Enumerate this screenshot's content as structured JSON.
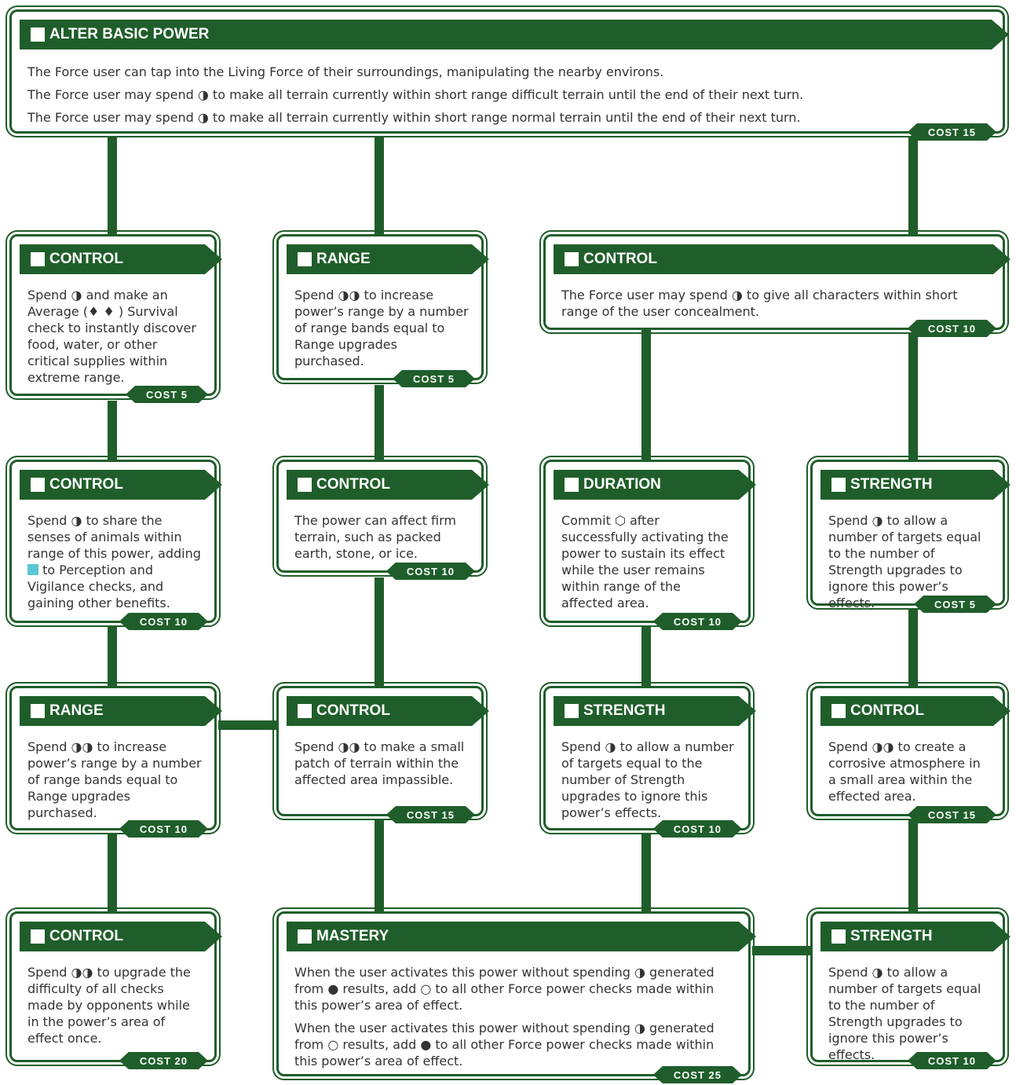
{
  "top": {
    "title": "ALTER BASIC POWER",
    "lines": [
      "The Force user can tap into the Living Force of their surroundings, manipulating the nearby environs.",
      "The Force user may spend ◑ to make all terrain currently within short range difficult terrain until the end of their next turn.",
      "The Force user may spend ◑ to make all terrain currently within short range normal terrain until the end of their next turn."
    ],
    "cost": "COST 15"
  },
  "row1": [
    {
      "title": "CONTROL",
      "text": "Spend ◑ and make an Average (♦ ♦ ) Survival check to instantly discover food, water, or other critical supplies within extreme range.",
      "cost": "COST 5"
    },
    {
      "title": "RANGE",
      "text": "Spend ◑◑ to increase power’s range by a number of range bands equal to Range upgrades purchased.",
      "cost": "COST 5"
    },
    {
      "title": "CONTROL",
      "text": "The Force user may spend ◑ to give all characters within short range of the user concealment.",
      "cost": "COST 10"
    }
  ],
  "row2": [
    {
      "title": "CONTROL",
      "text_a": "Spend ◑ to share the senses of animals within range of this power, adding",
      "text_b": "to Perception and Vigilance checks, and gaining other benefits.",
      "cost": "COST 10"
    },
    {
      "title": "CONTROL",
      "text": "The power can affect firm terrain, such as packed earth, stone, or ice.",
      "cost": "COST 10"
    },
    {
      "title": "DURATION",
      "text": "Commit ⬡ after successfully activating the power to sustain its effect while the user remains within range of the affected area.",
      "cost": "COST 10"
    },
    {
      "title": "STRENGTH",
      "text": "Spend ◑ to allow a number of targets equal to the number of Strength upgrades to ignore this power’s effects.",
      "cost": "COST 5"
    }
  ],
  "row3": [
    {
      "title": "RANGE",
      "text": "Spend ◑◑ to increase power’s range by a number of range bands equal to Range upgrades purchased.",
      "cost": "COST 10"
    },
    {
      "title": "CONTROL",
      "text": "Spend ◑◑ to make a small patch of terrain within the affected area impassible.",
      "cost": "COST 15"
    },
    {
      "title": "STRENGTH",
      "text": "Spend ◑ to allow a number of targets equal to the number of Strength upgrades to ignore this power’s effects.",
      "cost": "COST 10"
    },
    {
      "title": "CONTROL",
      "text": "Spend ◑◑ to create a corrosive atmosphere in a small area within the effected area.",
      "cost": "COST 15"
    }
  ],
  "row4": [
    {
      "title": "CONTROL",
      "text": "Spend ◑◑ to upgrade the difficulty of all checks made by opponents while in the power’s area of effect once.",
      "cost": "COST 20"
    },
    {
      "title": "MASTERY",
      "text_1": "When the user activates this power without spending ◑ generated from ● results, add ○ to all other Force power checks made within this power’s area of effect.",
      "text_2": "When the user activates this power without spending ◑ generated from ○ results, add ● to all other Force power checks made within this power’s area of effect.",
      "cost": "COST 25"
    },
    {
      "title": "STRENGTH",
      "text": "Spend ◑ to allow a number of targets equal to the number of Strength upgrades to ignore this power’s effects.",
      "cost": "COST 10"
    }
  ]
}
